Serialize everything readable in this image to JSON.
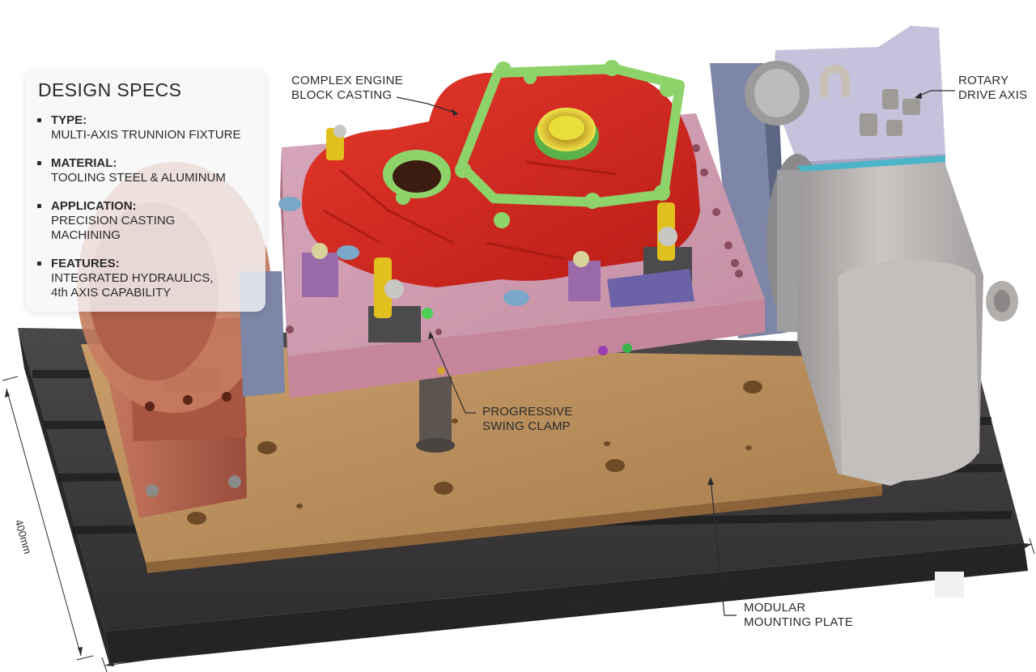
{
  "specs": {
    "title": "DESIGN SPECS",
    "items": [
      {
        "label": "TYPE:",
        "lines": [
          "MULTI-AXIS TRUNNION FIXTURE"
        ]
      },
      {
        "label": "MATERIAL:",
        "lines": [
          "TOOLING STEEL & ALUMINUM"
        ]
      },
      {
        "label": "APPLICATION:",
        "lines": [
          "PRECISION CASTING",
          "MACHINING"
        ]
      },
      {
        "label": "FEATURES:",
        "lines": [
          "INTEGRATED HYDRAULICS,",
          "4th AXIS CAPABILITY"
        ]
      }
    ]
  },
  "callouts": {
    "engine_block": [
      "COMPLEX ENGINE",
      "BLOCK CASTING"
    ],
    "rotary_drive": [
      "ROTARY",
      "DRIVE AXIS"
    ],
    "swing_clamp": [
      "PROGRESSIVE",
      "SWING CLAMP"
    ],
    "mounting_plate": [
      "MODULAR",
      "MOUNTING PLATE"
    ]
  },
  "dimensions": {
    "width": "900mm",
    "depth": "400mm"
  },
  "colors": {
    "casting": "#d8261e",
    "casting_flange": "#8ed36a",
    "bore_yellow": "#e8df3a",
    "fixture_plate": "#cf98ae",
    "mounting_plate": "#b98f5c",
    "base_table": "#3d3b3c",
    "trunnion_left": "#b2624e",
    "support_block_blue": "#7d86a6",
    "rotary_housing": "#c6c2dc",
    "motor": "#b6b3b1",
    "clamp_yellow": "#e0c01e",
    "clamp_purple": "#9a6aa8"
  },
  "icons": [
    "spec-bullet-icon",
    "callout-leader-arrow-icon",
    "dimension-arrow-icon"
  ]
}
